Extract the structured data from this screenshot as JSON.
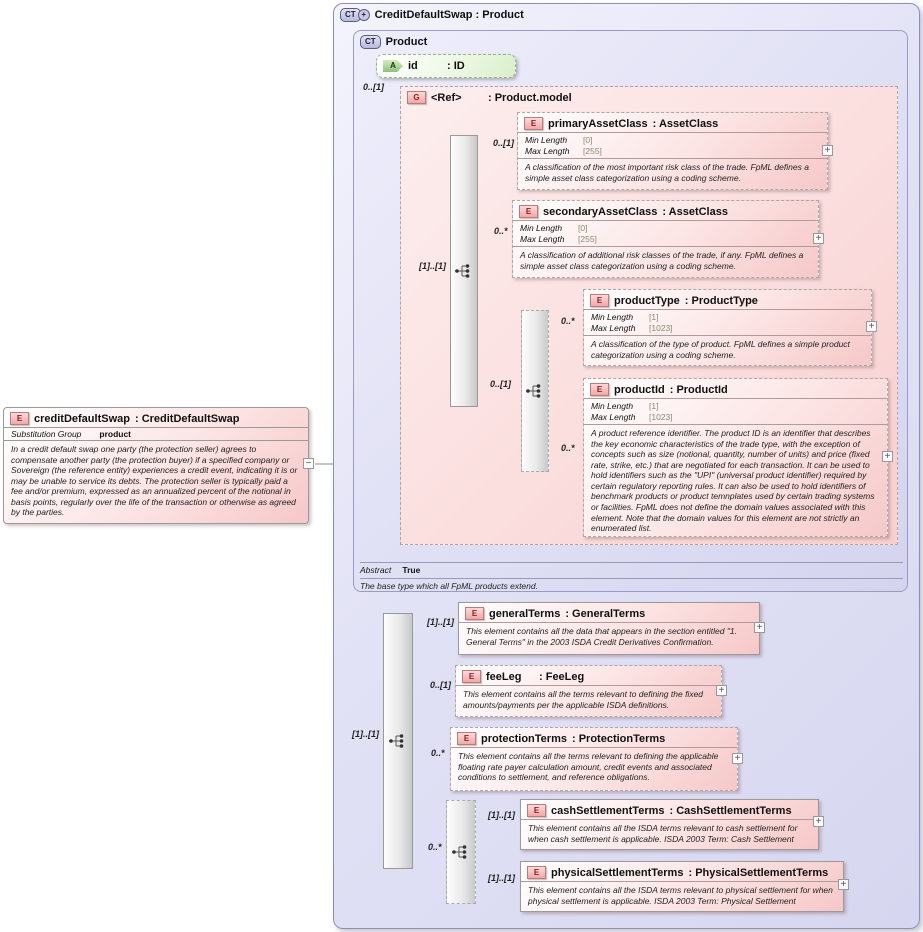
{
  "colors": {
    "element_pink": "#f6c8c8",
    "attribute_green": "#d9efcb",
    "type_lavender": "#dedef4",
    "badge_red": "#8a2020",
    "line_gray": "#8c8c8c"
  },
  "root": {
    "badge": "CT",
    "plus": "+",
    "title": "CreditDefaultSwap : Product"
  },
  "product": {
    "badge": "CT",
    "title": "Product",
    "abstract_label": "Abstract",
    "abstract_value": "True",
    "description": "The base type which all FpML products extend."
  },
  "id_attribute": {
    "badge": "A",
    "name": "id",
    "type": ": ID"
  },
  "group": {
    "badge": "G",
    "name": "<Ref>",
    "type": ": Product.model"
  },
  "left_element": {
    "badge": "E",
    "name": "creditDefaultSwap",
    "type": ": CreditDefaultSwap",
    "subst_label": "Substitution Group",
    "subst_value": "product",
    "description": "In a credit default swap one party (the protection seller) agrees to compensate another party (the protection buyer) if a specified company or Sovereign (the reference entity) experiences a credit event, indicating it is or may be unable to service its debts. The protection seller is typically paid a fee and/or premium, expressed as an annualized percent of the notional in basis points, regularly over the life of the transaction or otherwise as agreed by the parties.",
    "collapse_glyph": "−"
  },
  "cardinalities": {
    "group_ref": "0..[1]",
    "seq_outer": "[1]..[1]",
    "primary": "0..[1]",
    "secondary": "0..*",
    "seq_inner": "0..[1]",
    "product_type": "0..*",
    "product_id": "0..*",
    "seq_main": "[1]..[1]",
    "general": "[1]..[1]",
    "fee": "0..[1]",
    "protection": "0..*",
    "seq_settlement": "0..*",
    "cash": "[1]..[1]",
    "physical": "[1]..[1]"
  },
  "elements": {
    "primary_asset_class": {
      "badge": "E",
      "name": "primaryAssetClass",
      "type": ": AssetClass",
      "expand": "+",
      "facets": [
        {
          "label": "Min Length",
          "value": "[0]"
        },
        {
          "label": "Max Length",
          "value": "[255]"
        }
      ],
      "description": "A classification of the most important risk class of the trade. FpML defines a simple asset class categorization using a coding scheme."
    },
    "secondary_asset_class": {
      "badge": "E",
      "name": "secondaryAssetClass",
      "type": ": AssetClass",
      "expand": "+",
      "facets": [
        {
          "label": "Min Length",
          "value": "[0]"
        },
        {
          "label": "Max Length",
          "value": "[255]"
        }
      ],
      "description": "A classification of additional risk classes of the trade, if any. FpML defines a simple asset class categorization using a coding scheme."
    },
    "product_type": {
      "badge": "E",
      "name": "productType",
      "type": ": ProductType",
      "expand": "+",
      "facets": [
        {
          "label": "Min Length",
          "value": "[1]"
        },
        {
          "label": "Max Length",
          "value": "[1023]"
        }
      ],
      "description": "A classification of the type of product. FpML defines a simple product categorization using a coding scheme."
    },
    "product_id": {
      "badge": "E",
      "name": "productId",
      "type": ": ProductId",
      "expand": "+",
      "facets": [
        {
          "label": "Min Length",
          "value": "[1]"
        },
        {
          "label": "Max Length",
          "value": "[1023]"
        }
      ],
      "description": "A product reference identifier. The product ID is an identifier that describes the key economic characteristics of the trade type, with the exception of concepts such as size (notional, quantity, number of units) and price (fixed rate, strike, etc.) that are negotiated for each transaction. It can be used to hold identifiers such as the \"UPI\" (universal product identifier) required by certain regulatory reporting rules. It can also be used to hold identifiers of benchmark products or product temnplates used by certain trading systems or facilities. FpML does not define the domain values associated with this element. Note that the domain values for this element are not strictly an enumerated list."
    },
    "general_terms": {
      "badge": "E",
      "name": "generalTerms",
      "type": ": GeneralTerms",
      "expand": "+",
      "description": "This element contains all the data that appears in the section entitled \"1. General Terms\" in the 2003 ISDA Credit Derivatives Confirmation."
    },
    "fee_leg": {
      "badge": "E",
      "name": "feeLeg",
      "type": ": FeeLeg",
      "expand": "+",
      "description": "This element contains all the terms relevant to defining the fixed amounts/payments per the applicable ISDA definitions."
    },
    "protection_terms": {
      "badge": "E",
      "name": "protectionTerms",
      "type": ": ProtectionTerms",
      "expand": "+",
      "description": "This element contains all the terms relevant to defining the applicable floating rate payer calculation amount, credit events and associated conditions to settlement, and reference obligations."
    },
    "cash_settlement_terms": {
      "badge": "E",
      "name": "cashSettlementTerms",
      "type": ": CashSettlementTerms",
      "expand": "+",
      "description": "This element contains all the ISDA terms relevant to cash settlement for when cash settlement is applicable. ISDA 2003 Term: Cash Settlement"
    },
    "physical_settlement_terms": {
      "badge": "E",
      "name": "physicalSettlementTerms",
      "type": ": PhysicalSettlementTerms",
      "expand": "+",
      "description": "This element contains all the ISDA terms relevant to physical settlement for when physical settlement is applicable. ISDA 2003 Term: Physical Settlement"
    }
  }
}
